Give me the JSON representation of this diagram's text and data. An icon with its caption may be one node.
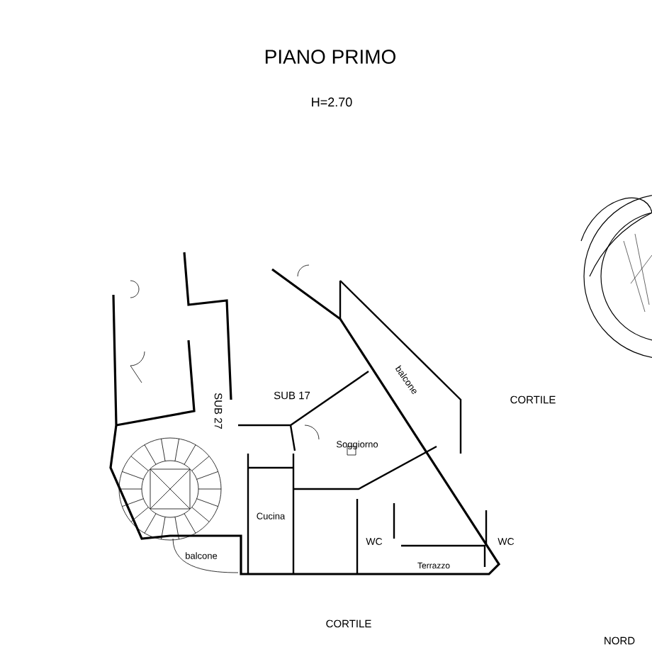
{
  "diagram": {
    "title": "PIANO PRIMO",
    "labels": [
      "H=2.70",
      "SUB 27",
      "SUB 17",
      "balcone",
      "CORTILE",
      "Soggiorno",
      "Cucina",
      "balcone",
      "WC",
      "WC",
      "Terrazzo",
      "CORTILE",
      "NORD"
    ]
  }
}
